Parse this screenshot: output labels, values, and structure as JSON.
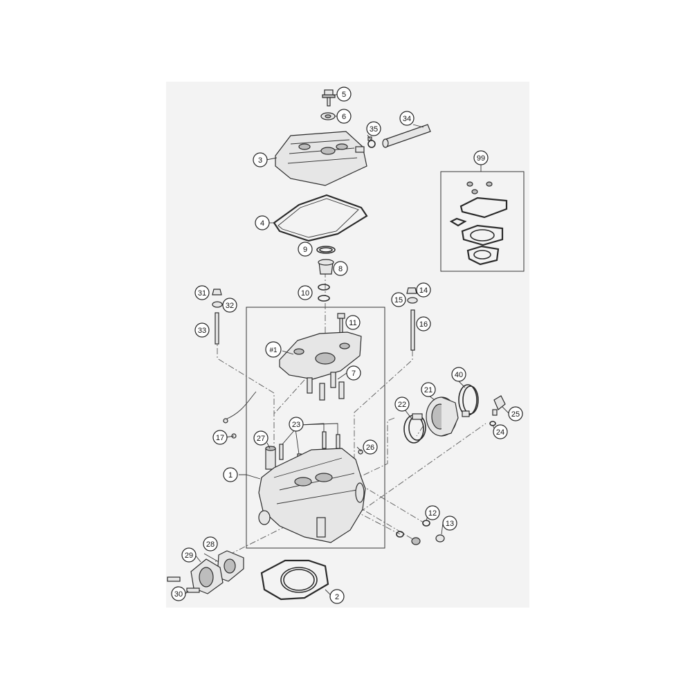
{
  "callouts": [
    "1",
    "2",
    "3",
    "4",
    "5",
    "6",
    "7",
    "8",
    "9",
    "10",
    "11",
    "12",
    "13",
    "14",
    "15",
    "16",
    "17",
    "21",
    "22",
    "23",
    "24",
    "25",
    "26",
    "27",
    "28",
    "29",
    "30",
    "31",
    "32",
    "33",
    "34",
    "35",
    "40",
    "99",
    "#1"
  ]
}
